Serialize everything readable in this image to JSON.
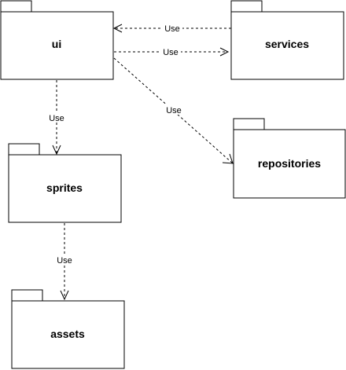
{
  "packages": {
    "ui": {
      "label": "ui"
    },
    "services": {
      "label": "services"
    },
    "repositories": {
      "label": "repositories"
    },
    "sprites": {
      "label": "sprites"
    },
    "assets": {
      "label": "assets"
    }
  },
  "dependencies": [
    {
      "from": "services",
      "to": "ui",
      "label": "Use"
    },
    {
      "from": "ui",
      "to": "services",
      "label": "Use"
    },
    {
      "from": "ui",
      "to": "repositories",
      "label": "Use"
    },
    {
      "from": "ui",
      "to": "sprites",
      "label": "Use"
    },
    {
      "from": "sprites",
      "to": "assets",
      "label": "Use"
    }
  ]
}
